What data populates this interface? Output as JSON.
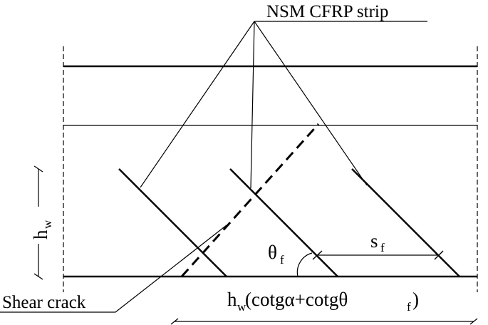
{
  "labels": {
    "nsm_strip": "NSM CFRP strip",
    "shear_crack": "Shear crack",
    "hw_main": "h",
    "hw_sub": "w",
    "theta_main": "θ",
    "theta_sub": "f",
    "sf_main": "s",
    "sf_sub": "f",
    "formula_h": "h",
    "formula_w": "w",
    "formula_mid": "(cotgα+cotgθ",
    "formula_f": "f",
    "formula_end": ")"
  }
}
